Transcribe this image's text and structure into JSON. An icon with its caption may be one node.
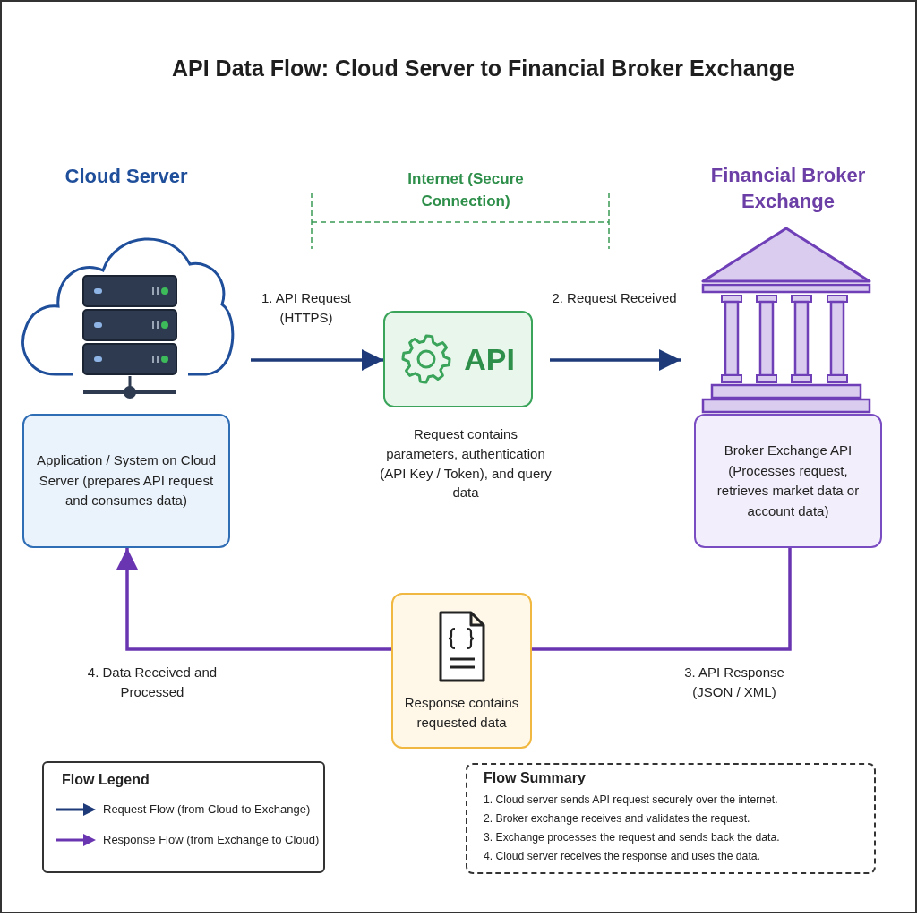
{
  "diagram": {
    "title": "API Data Flow: Cloud Server to Financial Broker Exchange",
    "nodes": [
      {
        "text": [
          "Cloud Server"
        ]
      },
      {
        "text": [
          "Application / System on Cloud Server (prepares API request and consumes data)"
        ]
      },
      {
        "text": [
          "API"
        ],
        "beside": [
          "Request contains parameters, authentication (API Key / Token), and query data"
        ]
      },
      {
        "text": [
          "Financial Broker Exchange"
        ]
      },
      {
        "text": [
          "Broker Exchange API (Processes request, retrieves market data or account data)"
        ]
      },
      {
        "text": [
          "Response contains requested data"
        ]
      }
    ],
    "edges": [
      {
        "from": 0,
        "to": 2,
        "arrow": "to",
        "label": "1. API Request (HTTPS)",
        "color": "#1f3a78"
      },
      {
        "from": 2,
        "to": 3,
        "arrow": "to",
        "label": "2. Request Received",
        "color": "#1f3a78"
      },
      {
        "from": 4,
        "to": 5,
        "arrow": "none",
        "label": "3. API Response (JSON / XML)",
        "color": "#6a35b0"
      },
      {
        "from": 5,
        "to": 1,
        "arrow": "to",
        "label": "4. Data Received and Processed",
        "color": "#6a35b0"
      }
    ],
    "labels": [
      "Internet (Secure Connection)",
      "Flow Legend",
      "Flow Summary",
      "1. Cloud server sends API request securely over the internet.",
      "2. Broker exchange receives and validates the request.",
      "3. Exchange processes the request and sends back the data.",
      "4. Cloud server receives the response and uses the data."
    ],
    "legend": [
      {
        "text": "Request Flow (from Cloud to Exchange)"
      },
      {
        "text": "Response Flow (from Exchange to Cloud)"
      }
    ]
  }
}
